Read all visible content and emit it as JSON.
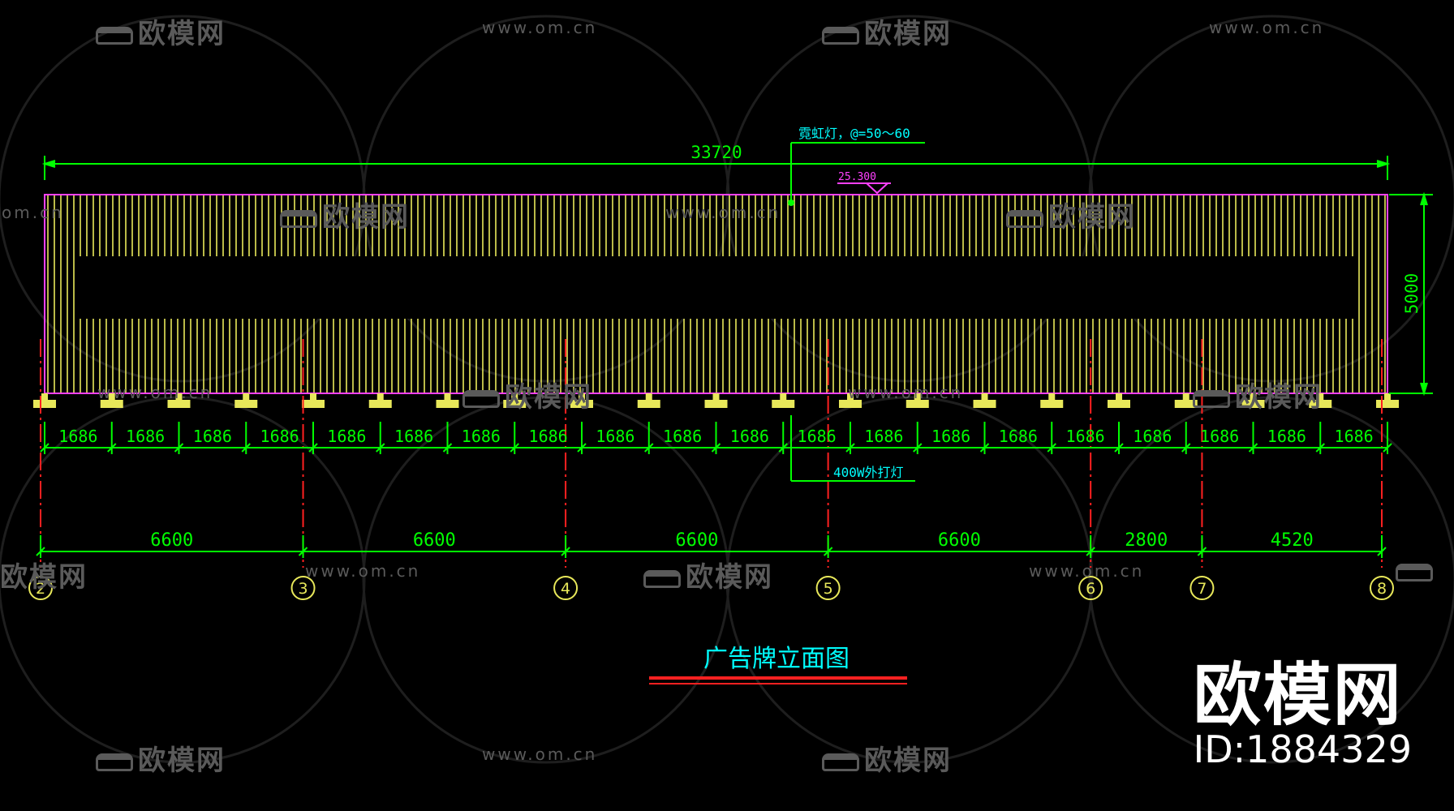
{
  "drawing": {
    "title": "广告牌立面图",
    "overall_width": "33720",
    "height_dim": "5000",
    "neon_note": "霓虹灯，@=50～60",
    "elevation": "25.300",
    "flood_light_note": "400W外打灯",
    "bay_spacing": "1686",
    "bay_count": 20,
    "axis_spacings": [
      "6600",
      "6600",
      "6600",
      "6600",
      "2800",
      "4520"
    ],
    "axes": [
      "2",
      "3",
      "4",
      "5",
      "6",
      "7",
      "8"
    ],
    "colors": {
      "background": "#000000",
      "dimension": "#00ff00",
      "frame": "#e8e85a",
      "border": "#ff40ff",
      "axis_line": "#ff2020",
      "annotation": "#00ffff",
      "title_underline": "#ff2020"
    }
  },
  "watermarks": {
    "logo_text": "欧模网",
    "url_text": "www.om.cn"
  },
  "brand": {
    "name": "欧模网",
    "id": "ID:1884329"
  }
}
